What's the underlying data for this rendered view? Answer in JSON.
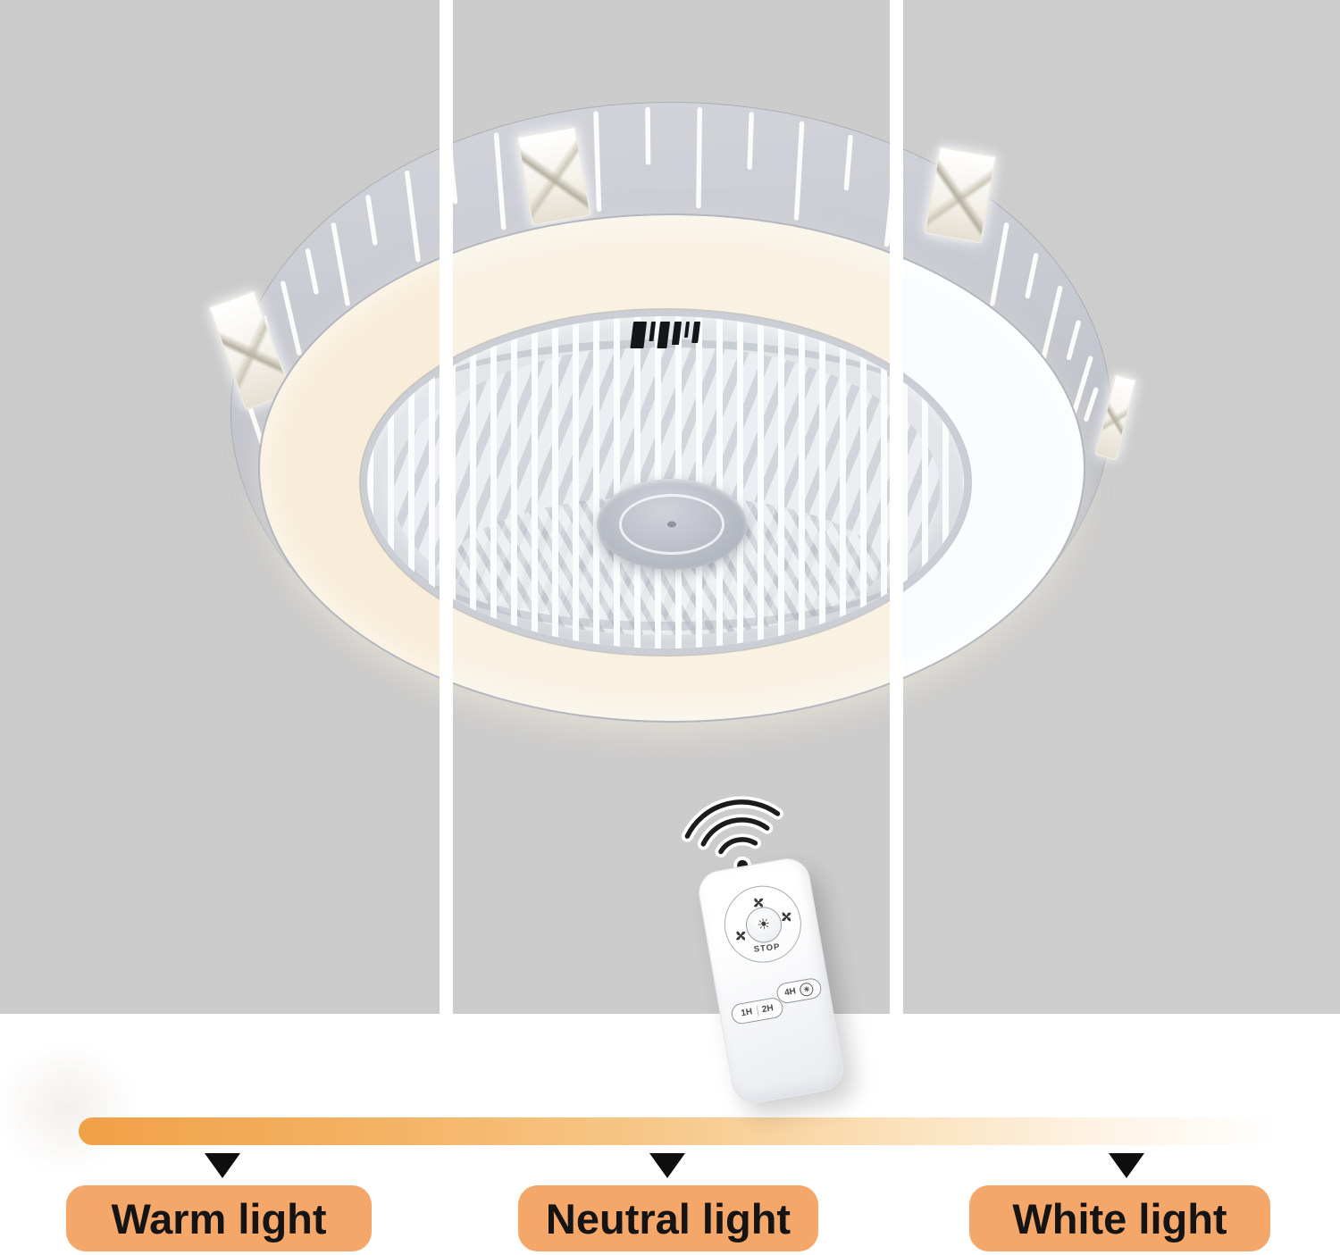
{
  "image": {
    "type": "product-photo",
    "subject": "round ceiling fan with enclosed blades and LED light ring shown in three color temperature modes, with remote control"
  },
  "modes": [
    {
      "text": "Warm light",
      "ring_color": "#f8edd8"
    },
    {
      "text": "Neutral light",
      "ring_color": "#f9f2e3"
    },
    {
      "text": "White light",
      "ring_color": "#fafdff"
    }
  ],
  "legend": {
    "bar_gradient_start": "#f1a147",
    "bar_gradient_end": "#ffffff",
    "label_bg": "#f5a76a",
    "pointer_color": "#0e0e0e"
  },
  "remote": {
    "stop_label": "STOP",
    "timer_1h": "1H",
    "timer_2h": "2H",
    "timer_4h": "4H",
    "center_icon": "☀",
    "light_circle_icon": "✳",
    "icons": [
      "wifi-signal-icon",
      "fan-speed-icon",
      "fan-speed-icon",
      "fan-speed-icon",
      "brightness-icon",
      "light-timer-icon"
    ]
  },
  "fan": {
    "drum_color": "#c7c9d1",
    "cage_color": "#e9ebee",
    "hub_color": "#b5b9c1",
    "crystals": [
      "crystal-top-left",
      "crystal-top-right",
      "crystal-left-edge",
      "crystal-right-edge"
    ],
    "slots": [
      {
        "a": -86,
        "t": 1
      },
      {
        "a": -72,
        "t": 0.55
      },
      {
        "a": -65,
        "t": 1
      },
      {
        "a": -58,
        "t": 0.55
      },
      {
        "a": -52,
        "t": 1
      },
      {
        "a": -45,
        "t": 0.55
      },
      {
        "a": -38,
        "t": 1
      },
      {
        "a": -31,
        "t": 0.55
      },
      {
        "a": -24,
        "t": 1
      },
      {
        "a": -10,
        "t": 1
      },
      {
        "a": -3,
        "t": 0.55
      },
      {
        "a": 4,
        "t": 1
      },
      {
        "a": 11,
        "t": 0.55
      },
      {
        "a": 18,
        "t": 1
      },
      {
        "a": 25,
        "t": 0.55
      },
      {
        "a": 32,
        "t": 1
      },
      {
        "a": 52,
        "t": 1
      },
      {
        "a": 59,
        "t": 0.55
      },
      {
        "a": 66,
        "t": 1
      },
      {
        "a": 73,
        "t": 0.55
      },
      {
        "a": 80,
        "t": 1
      },
      {
        "a": 86,
        "t": 0.55
      }
    ],
    "vent_bars": [
      [
        15,
        30
      ],
      [
        5,
        22
      ],
      [
        11,
        30
      ],
      [
        8,
        26
      ],
      [
        4,
        18
      ],
      [
        7,
        24
      ]
    ]
  }
}
